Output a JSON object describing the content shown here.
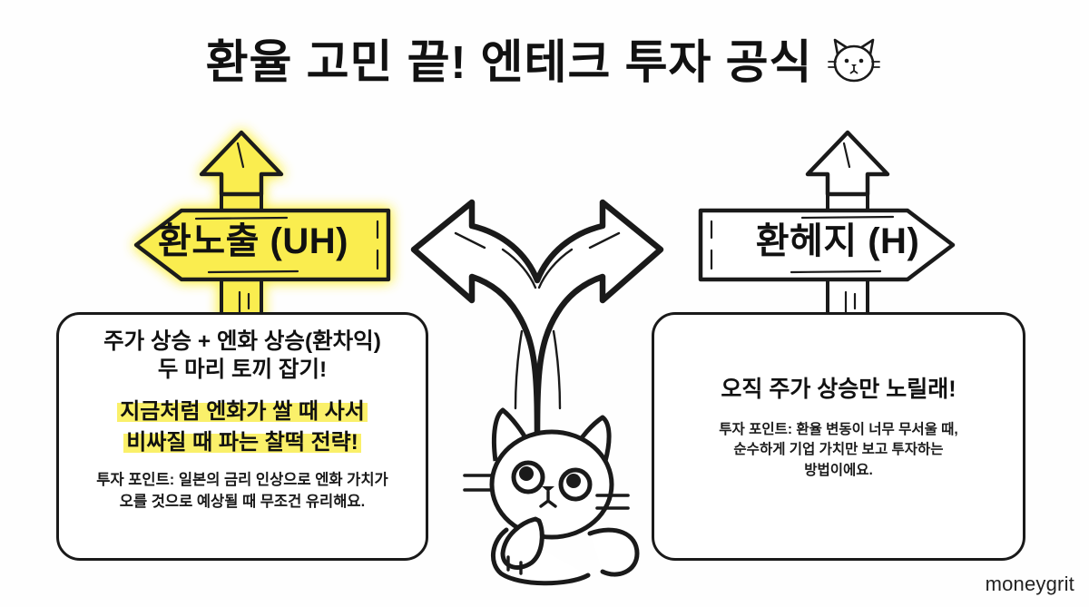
{
  "page": {
    "title": "환율 고민 끝! 엔테크 투자 공식",
    "title_icon": "cat-face-icon",
    "watermark": "moneygrit",
    "background_color": "#fefefe",
    "ink_color": "#111111"
  },
  "signs": {
    "left": {
      "label": "환노출 (UH)",
      "direction": "left",
      "fill_color": "#faed4f",
      "glow_color": "#fdf9a8",
      "highlighted": true
    },
    "right": {
      "label": "환헤지 (H)",
      "direction": "right",
      "fill_color": "#ffffff",
      "glow_color": "none",
      "highlighted": false
    }
  },
  "boxes": {
    "left": {
      "lead_line1": "주가 상승 + 엔화 상승(환차익)",
      "lead_line2": "두 마리 토끼 잡기!",
      "highlight_line1": "지금처럼 엔화가 쌀 때 사서",
      "highlight_line2": "비싸질 때 파는 찰떡 전략!",
      "highlight_color": "#faf06a",
      "note_line1": "투자 포인트: 일본의 금리 인상으로 엔화 가치가",
      "note_line2": "오를 것으로 예상될 때 무조건 유리해요."
    },
    "right": {
      "lead_line1": "오직 주가 상승만 노릴래!",
      "note_line1": "투자 포인트: 환율 변동이 너무 무서울 때,",
      "note_line2": "순수하게 기업 가치만 보고 투자하는",
      "note_line3": "방법이에요."
    }
  },
  "decorations": {
    "fork_arrow": "fork-arrow-icon",
    "mascot": "thinking-cat-icon",
    "ground_line": "ground-line"
  }
}
